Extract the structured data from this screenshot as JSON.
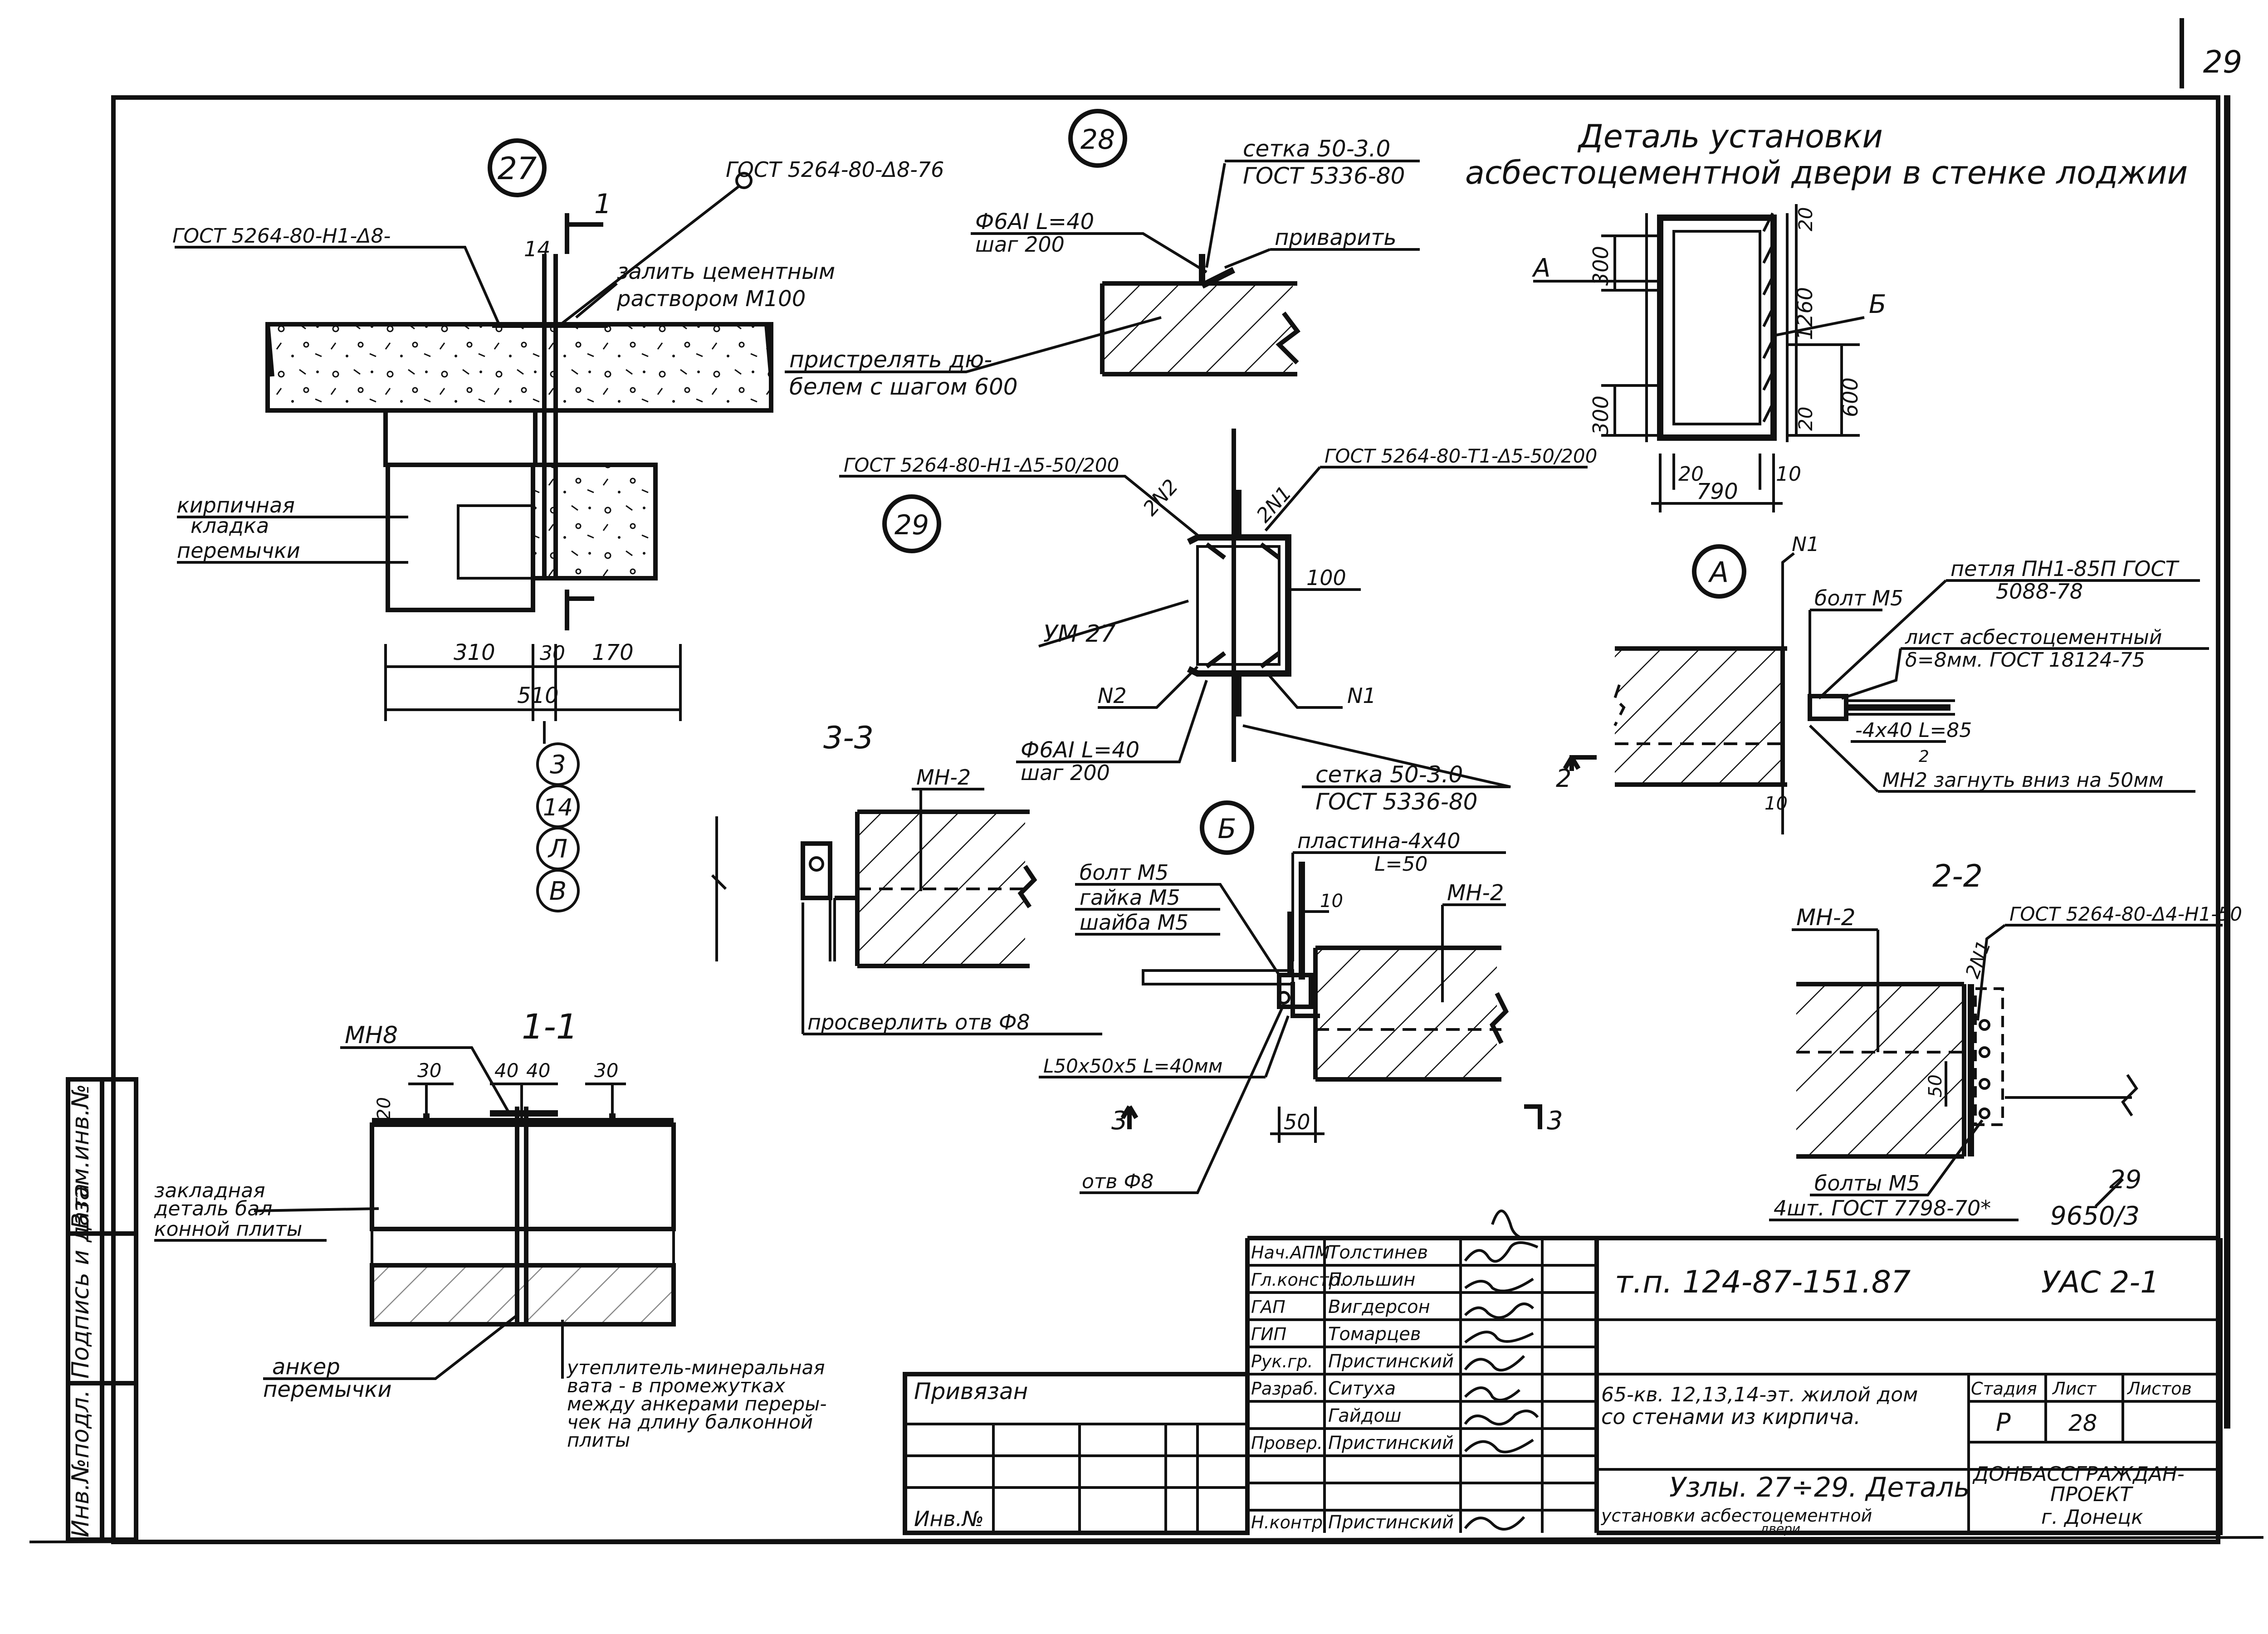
{
  "sheet": {
    "page_number": "29",
    "colors": {
      "ink": "#111111",
      "paper": "#ffffff"
    }
  },
  "node27": {
    "marker": "27",
    "gost_top": "ГОСТ 5264-80-Δ8-76",
    "gost_left": "ГОСТ 5264-80-Н1-Δ8-",
    "section_mark": "1",
    "dim_gap": "14",
    "note_grout": "залить цементным",
    "note_grout_2": "раствором М100",
    "note_brick": "кирпичная",
    "note_brick_2": "кладка",
    "note_brick_3": "перемычки",
    "dim_310": "310",
    "dim_30": "30",
    "dim_170": "170",
    "dim_510": "510",
    "axes": [
      "3",
      "14",
      "Л",
      "В"
    ]
  },
  "node28": {
    "marker": "28",
    "mesh": "сетка 50-3.0",
    "mesh_gost": "ГОСТ 5336-80",
    "bar": "Ф6АI  L=40",
    "bar_step": "шаг 200",
    "weld": "приварить",
    "dowel": "пристрелять дю-",
    "dowel_2": "белем с шагом 600"
  },
  "node29": {
    "marker": "29",
    "gost_left": "ГОСТ 5264-80-Н1-Δ5-50/200",
    "gost_right": "ГОСТ 5264-80-Т1-Δ5-50/200",
    "label_um": "УМ 27",
    "dim_100": "100",
    "n1": "N1",
    "n2": "N2",
    "n2_top": "2N2",
    "n1_top": "2N1",
    "bar": "Ф6АI  L=40",
    "bar_step": "шаг 200",
    "mesh": "сетка 50-3.0",
    "mesh_gost": "ГОСТ 5336-80"
  },
  "door": {
    "title_1": "Деталь установки",
    "title_2": "асбестоцементной двери в стенке лоджии",
    "axis_a": "А",
    "axis_b": "Б",
    "dim_300_top": "300",
    "dim_300_bottom": "300",
    "dim_20_top": "20",
    "dim_20_mid": "20",
    "dim_1260": "1260",
    "dim_600": "600",
    "dim_20_w": "20",
    "dim_10_w": "10",
    "dim_790": "790"
  },
  "detailA": {
    "marker": "А",
    "n1": "N1",
    "hinge": "петля ПН1-85П ГОСТ",
    "hinge_2": "5088-78",
    "bolt": "болт М5",
    "sheet": "лист асбестоцементный",
    "sheet_2": "δ=8мм. ГОСТ 18124-75",
    "plate": "-4х40 L=85",
    "plate_sub": "2",
    "mn2": "МН2 загнуть вниз на 50мм",
    "mark2": "2",
    "dim_10": "10"
  },
  "detailB": {
    "marker": "Б",
    "plate": "пластина-4х40",
    "plate_l": "L=50",
    "bolt": "болт М5",
    "nut": "гайка М5",
    "washer": "шайба М5",
    "dim_10": "10",
    "mn2": "МН-2",
    "angle": "L50х50х5  L=40мм",
    "mark3_left": "3",
    "mark3_right": "3",
    "dim_50": "50",
    "hole": "отв Ф8"
  },
  "section33": {
    "title": "3-3",
    "mn2": "МН-2",
    "drill": "просверлить отв Ф8"
  },
  "section22": {
    "title": "2-2",
    "mn2": "МН-2",
    "gost": "ГОСТ 5264-80-Δ4-Н1-50",
    "n1": "2N1",
    "dim_50": "50",
    "bolts": "болты М5",
    "bolts_2": "4шт. ГОСТ 7798-70*"
  },
  "section11": {
    "title": "1-1",
    "mn8": "МН8",
    "dim_30a": "30",
    "dim_40a": "40",
    "dim_40b": "40",
    "dim_30b": "30",
    "dim_20": "20",
    "embed": "закладная",
    "embed_2": "деталь бал-",
    "embed_3": "конной плиты",
    "anchor": "анкер",
    "anchor_2": "перемычки",
    "insul": "утеплитель-минеральная",
    "insul_2": "вата - в промежутках",
    "insul_3": "между анкерами переры-",
    "insul_4": "чек на длину балконной",
    "insul_5": "плиты"
  },
  "margin": {
    "stamp_1": "Инв.№подл.",
    "stamp_2": "Подпись и дата",
    "stamp_3": "Взам.инв.№"
  },
  "album": {
    "sheet_of": "29",
    "code": "9650/3"
  },
  "titleblock": {
    "tied": "Привязан",
    "inv": "Инв.№",
    "roles": [
      "Нач.АПМ",
      "Гл.констр.",
      "ГАП",
      "ГИП",
      "Рук.гр.",
      "Разраб.",
      "",
      "Провер.",
      "",
      "",
      "Н.контр."
    ],
    "names": [
      "Толстинев",
      "Польшин",
      "Вигдерсон",
      "Томарцев",
      "Пристинский",
      "Ситуха",
      "Гайдош",
      "Пристинский",
      "",
      "",
      "Пристинский"
    ],
    "project": "т.п. 124-87-151.87",
    "code": "УАС 2-1",
    "desc_1": "65-кв. 12,13,14-эт. жилой дом",
    "desc_2": "со стенами из кирпича.",
    "stage_h": "Стадия",
    "sheet_h": "Лист",
    "sheets_h": "Листов",
    "stage": "Р",
    "sheet": "28",
    "nodes_1": "Узлы. 27÷29. Деталь",
    "nodes_2": "установки асбестоцементной",
    "nodes_3": "двери",
    "org_1": "ДОНБАССГРАЖДАН-",
    "org_2": "ПРОЕКТ",
    "org_3": "г. Донецк"
  }
}
